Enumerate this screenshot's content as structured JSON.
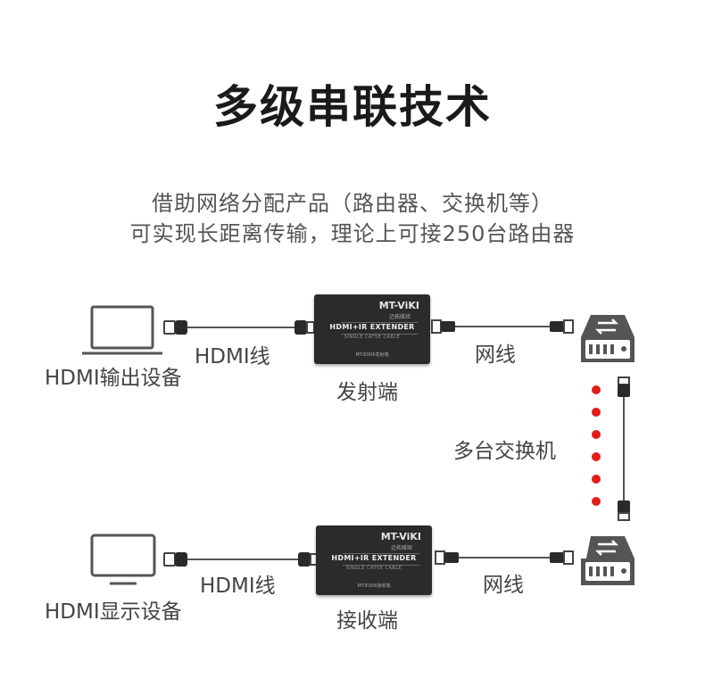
{
  "title": "多级串联技术",
  "subtitle_line1": "借助网络分配产品（路由器、交换机等）",
  "subtitle_line2": "可实现长距离传输，理论上可接250台路由器",
  "top_row": {
    "source_label": "HDMI输出设备",
    "cable_label": "HDMI线",
    "device_label": "发射端",
    "network_label": "网线"
  },
  "middle": {
    "switch_label": "多台交换机"
  },
  "bottom_row": {
    "display_label": "HDMI显示设备",
    "cable_label": "HDMI线",
    "device_label": "接收端",
    "network_label": "网线"
  },
  "device_box": {
    "brand": "MT-ViKI",
    "brand_sub": "迈拓维矩",
    "model": "HDMI+IR EXTENDER",
    "model_sub": "SINGLE CAT5E CABLE",
    "top_code": "MT-ED06发射端",
    "bottom_code": "MT-ED06接收端"
  },
  "colors": {
    "dots": "#e31b1b",
    "icon_gray": "#555555",
    "device_body": "#2b2b2b"
  },
  "icons": [
    "laptop-icon",
    "monitor-icon",
    "network-switch-icon",
    "hdmi-plug-icon",
    "rj45-plug-icon"
  ]
}
